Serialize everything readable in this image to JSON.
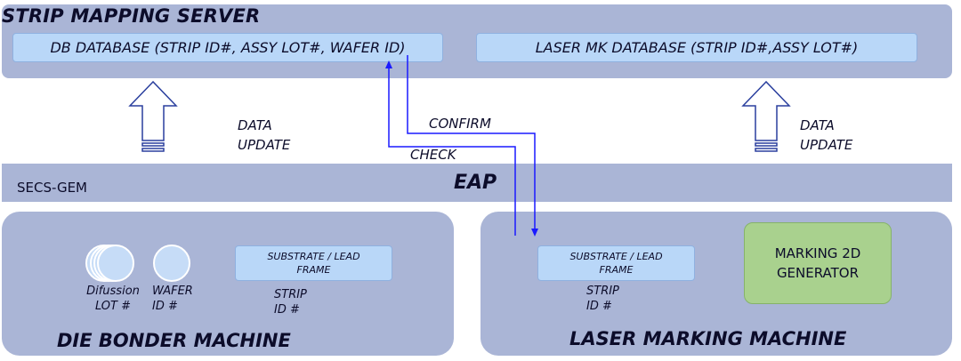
{
  "server": {
    "title": "STRIP MAPPING SERVER",
    "db_left": "DB DATABASE (STRIP ID#, ASSY LOT#, WAFER ID)",
    "db_right": "LASER MK DATABASE (STRIP ID#,ASSY LOT#)"
  },
  "left_update": {
    "line1": "DATA",
    "line2": "UPDATE"
  },
  "right_update": {
    "line1": "DATA",
    "line2": "UPDATE"
  },
  "flow": {
    "confirm": "CONFIRM",
    "check": "CHECK"
  },
  "eap_bar": {
    "protocol": "SECS-GEM",
    "label": "EAP"
  },
  "die_bonder": {
    "title": "DIE BONDER MACHINE",
    "diffusion_line1": "Difussion",
    "diffusion_line2": "LOT #",
    "wafer_line1": "WAFER",
    "wafer_line2": "ID #",
    "substrate_line1": "SUBSTRATE / LEAD",
    "substrate_line2": "FRAME",
    "strip_line1": "STRIP",
    "strip_line2": "ID #"
  },
  "laser_marking": {
    "title": "LASER MARKING MACHINE",
    "substrate_line1": "SUBSTRATE / LEAD",
    "substrate_line2": "FRAME",
    "strip_line1": "STRIP",
    "strip_line2": "ID #",
    "generator_line1": "MARKING 2D",
    "generator_line2": "GENERATOR"
  },
  "colors": {
    "panel": "#aab5d6",
    "box": "#b9d7f8",
    "generator": "#a9d18e",
    "flow_line": "#1a1aff"
  }
}
